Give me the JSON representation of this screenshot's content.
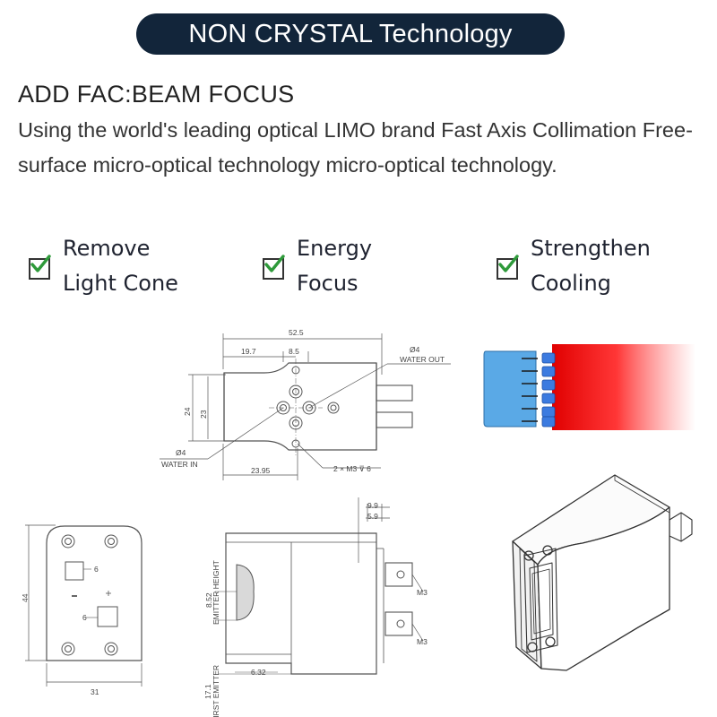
{
  "banner": {
    "title": "NON CRYSTAL Technology"
  },
  "heading": "ADD FAC:BEAM FOCUS",
  "description": "Using the world's leading optical LIMO brand Fast Axis Collimation Free-surface micro-optical technology micro-optical technology.",
  "features": [
    {
      "line1": "Remove",
      "line2": "Light Cone"
    },
    {
      "line1": "Energy",
      "line2": "Focus"
    },
    {
      "line1": "Strengthen",
      "line2": "Cooling"
    }
  ],
  "colors": {
    "banner_bg": "#12253a",
    "check": "#2e9a3a",
    "laser_red": "#e00000",
    "chip_blue": "#5aa9e6",
    "emitter_blue": "#3c7be0"
  },
  "top_view": {
    "dim_width": "52.5",
    "dim_left": "19.7",
    "dim_center": "8.5",
    "dim_height_outer": "24",
    "dim_height_inner": "23",
    "dim_bottom": "23.95",
    "hole_top": "Ø4",
    "water_out": "WATER OUT",
    "hole_bottom": "Ø4",
    "water_in": "WATER IN",
    "screw_note": "2 × M3 ⊽ 6"
  },
  "front_view": {
    "dim_height": "44",
    "dim_width": "31",
    "dim_a": "6",
    "dim_b": "6"
  },
  "side_view": {
    "dim_top_a": "9.9",
    "dim_top_b": "5.9",
    "m3_a": "M3",
    "m3_b": "M3",
    "emitter_height": "8.52",
    "emitter_height_label": "EMITTER HEIGHT",
    "first_emitter": "17.1",
    "first_emitter_label": "FIRST EMITTER",
    "dim_bottom": "6.32"
  }
}
